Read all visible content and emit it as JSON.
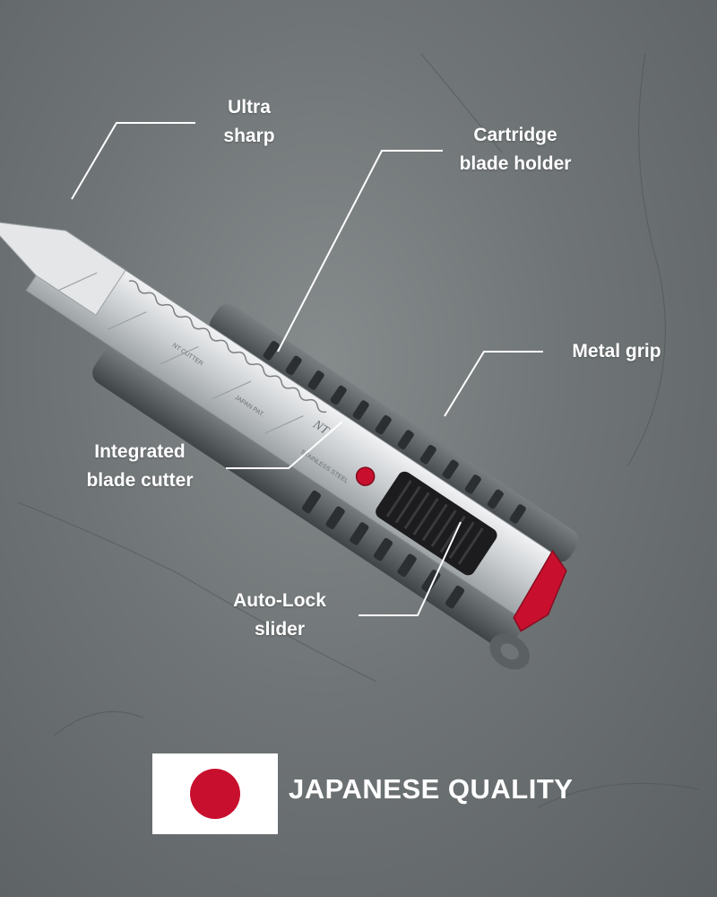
{
  "callouts": {
    "ultra_sharp": [
      "Ultra",
      "sharp"
    ],
    "cartridge": [
      "Cartridge",
      "blade holder"
    ],
    "metal_grip": [
      "Metal grip"
    ],
    "blade_cutter": [
      "Integrated",
      "blade cutter"
    ],
    "auto_lock": [
      "Auto-Lock",
      "slider"
    ]
  },
  "badge": {
    "text": "JAPANESE QUALITY"
  },
  "blade_engraving": [
    "NT CUTTER",
    "JAPAN PAT.",
    "STAINLESS STEEL",
    "NT"
  ],
  "colors": {
    "background": "#6f7476",
    "accent_red": "#c8102e",
    "handle_dark": "#4a4f52",
    "blade_silver": "#d6d9db",
    "slider_black": "#1c1c1e"
  }
}
